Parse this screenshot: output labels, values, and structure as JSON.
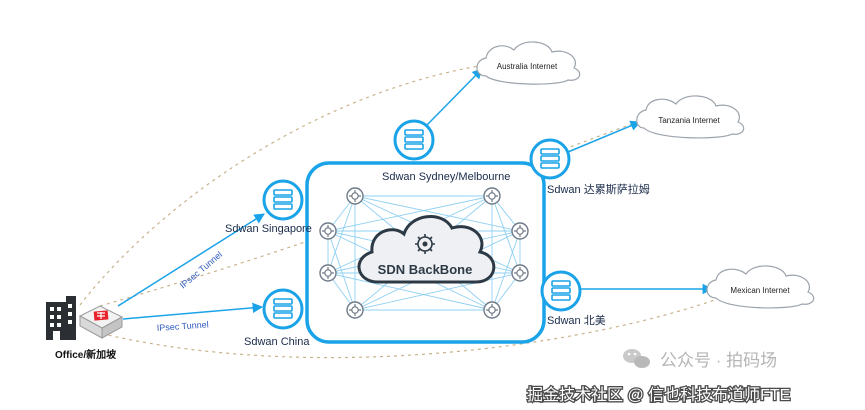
{
  "office": {
    "label": "Office/新加坡"
  },
  "backbone": {
    "label": "SDN BackBone"
  },
  "pops": {
    "sydney": {
      "label": "Sdwan Sydney/Melbourne"
    },
    "dar": {
      "label": "Sdwan 达累斯萨拉姆"
    },
    "singapore": {
      "label": "Sdwan Singapore"
    },
    "china": {
      "label": "Sdwan China"
    },
    "na": {
      "label": "Sdwan 北美"
    }
  },
  "internet": {
    "australia": {
      "label": "Australia Internet"
    },
    "tanzania": {
      "label": "Tanzania Internet"
    },
    "mexican": {
      "label": "Mexican Internet"
    }
  },
  "tunnels": {
    "singapore": {
      "label": "IPsec Tunnel"
    },
    "china": {
      "label": "IPsec Tunnel"
    }
  },
  "watermark": {
    "wechat": "公众号 · 拍码场",
    "footer": "掘金技术社区 @ 信也科技布道师FTE"
  },
  "colors": {
    "accent": "#1aa3e8",
    "mesh": "#8fd0f2",
    "text": "#1a2b4a",
    "tunnel_text": "#2f5bbf",
    "dashed": "#c8b38a",
    "firewall": "#e8202a"
  }
}
